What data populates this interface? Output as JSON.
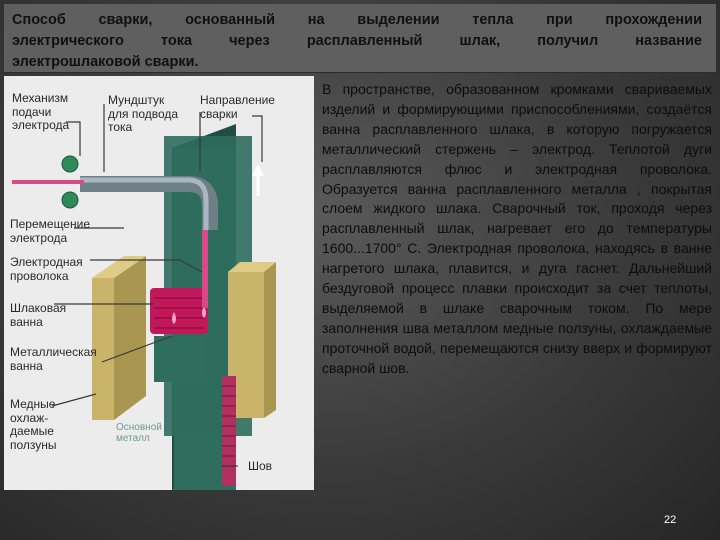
{
  "slide": {
    "title_lines": [
      "Способ сварки, основанный на выделении тепла при прохождении",
      "электрического тока через расплавленный шлак, получил название",
      "электрошлаковой сварки."
    ],
    "body_text": "В пространстве, образованном кромками свариваемых изделий и формирующими приспособлениями, создаётся ванна расплавленного шлака, в которую погружается металлический стержень – электрод. Теплотой дуги расплавляются флюс и электродная проволока. Образуется ванна расплавленного металла , покрытая слоем жидкого шлака. Сварочный ток, проходя через расплавленный шлак, нагревает его до температуры 1600...1700° С. Электродная проволока, находясь в ванне нагретого шлака, плавится, и дуга гаснет. Дальнейший бездуговой процесс плавки происходит за счет теплоты, выделяемой в шлаке сварочным током. По мере заполнения шва металлом медные ползуны, охлаждаемые проточной водой, перемещаются снизу вверх и формируют сварной шов.",
    "page_number": "22"
  },
  "diagram": {
    "labels": {
      "feed_mechanism": "Механизм\nподачи\nэлектрода",
      "nozzle": "Мундштук\nдля подвода\nтока",
      "weld_direction": "Направление\nсварки",
      "electrode_movement": "Перемещение\nэлектрода",
      "electrode_wire": "Электродная\nпроволока",
      "slag_bath": "Шлаковая\nванна",
      "metal_bath": "Металлическая\nванна",
      "copper_slides": "Медные\nохлаж-\nдаемые\nползуны",
      "seam": "Шов",
      "base_metal": "Основной\nметалл"
    },
    "colors": {
      "green_plate": "#2f6d5e",
      "green_plate_dark": "#1f4d43",
      "slider": "#c9b46a",
      "slag": "#c2185b",
      "nozzle": "#8c9da6"
    }
  }
}
